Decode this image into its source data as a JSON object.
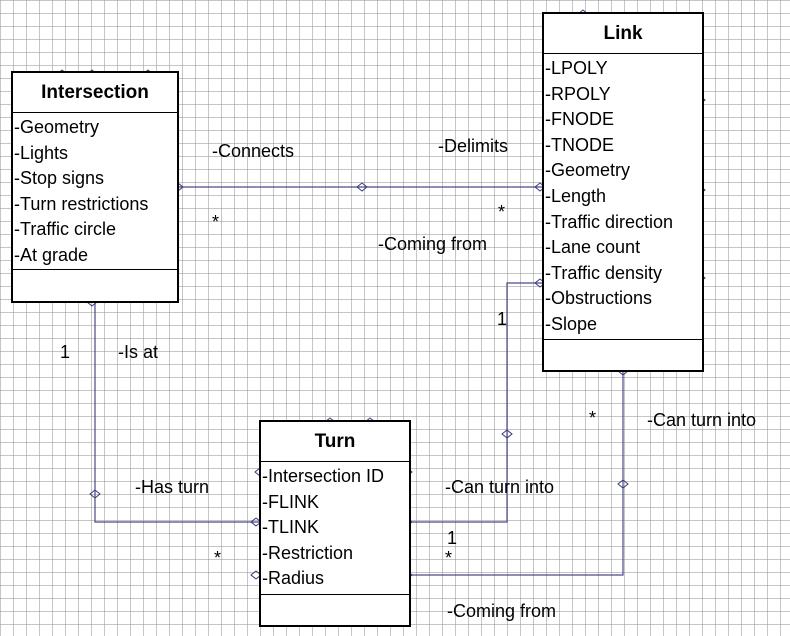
{
  "classes": {
    "intersection": {
      "name": "Intersection",
      "attributes": [
        "-Geometry",
        "-Lights",
        "-Stop signs",
        "-Turn restrictions",
        "-Traffic circle",
        "-At grade"
      ]
    },
    "link": {
      "name": "Link",
      "attributes": [
        "-LPOLY",
        "-RPOLY",
        "-FNODE",
        "-TNODE",
        "-Geometry",
        "-Length",
        "-Traffic direction",
        "-Lane count",
        "-Traffic density",
        "-Obstructions",
        "-Slope"
      ]
    },
    "turn": {
      "name": "Turn",
      "attributes": [
        "-Intersection ID",
        "-FLINK",
        "-TLINK",
        "-Restriction",
        "-Radius"
      ]
    }
  },
  "associations": {
    "connects": "-Connects",
    "delimits": "-Delimits",
    "coming_from_link": "-Coming from",
    "is_at": "-Is at",
    "has_turn": "-Has turn",
    "can_turn_into_mid": "-Can turn into",
    "can_turn_into_right": "-Can turn into",
    "coming_from_bottom": "-Coming from"
  },
  "multiplicities": {
    "intersection_connects": "*",
    "link_delimits": "*",
    "link_coming_from": "1",
    "intersection_is_at": "1",
    "turn_has_turn": "*",
    "link_can_turn_into": "*",
    "turn_tlink": "1",
    "turn_radius": "*"
  }
}
